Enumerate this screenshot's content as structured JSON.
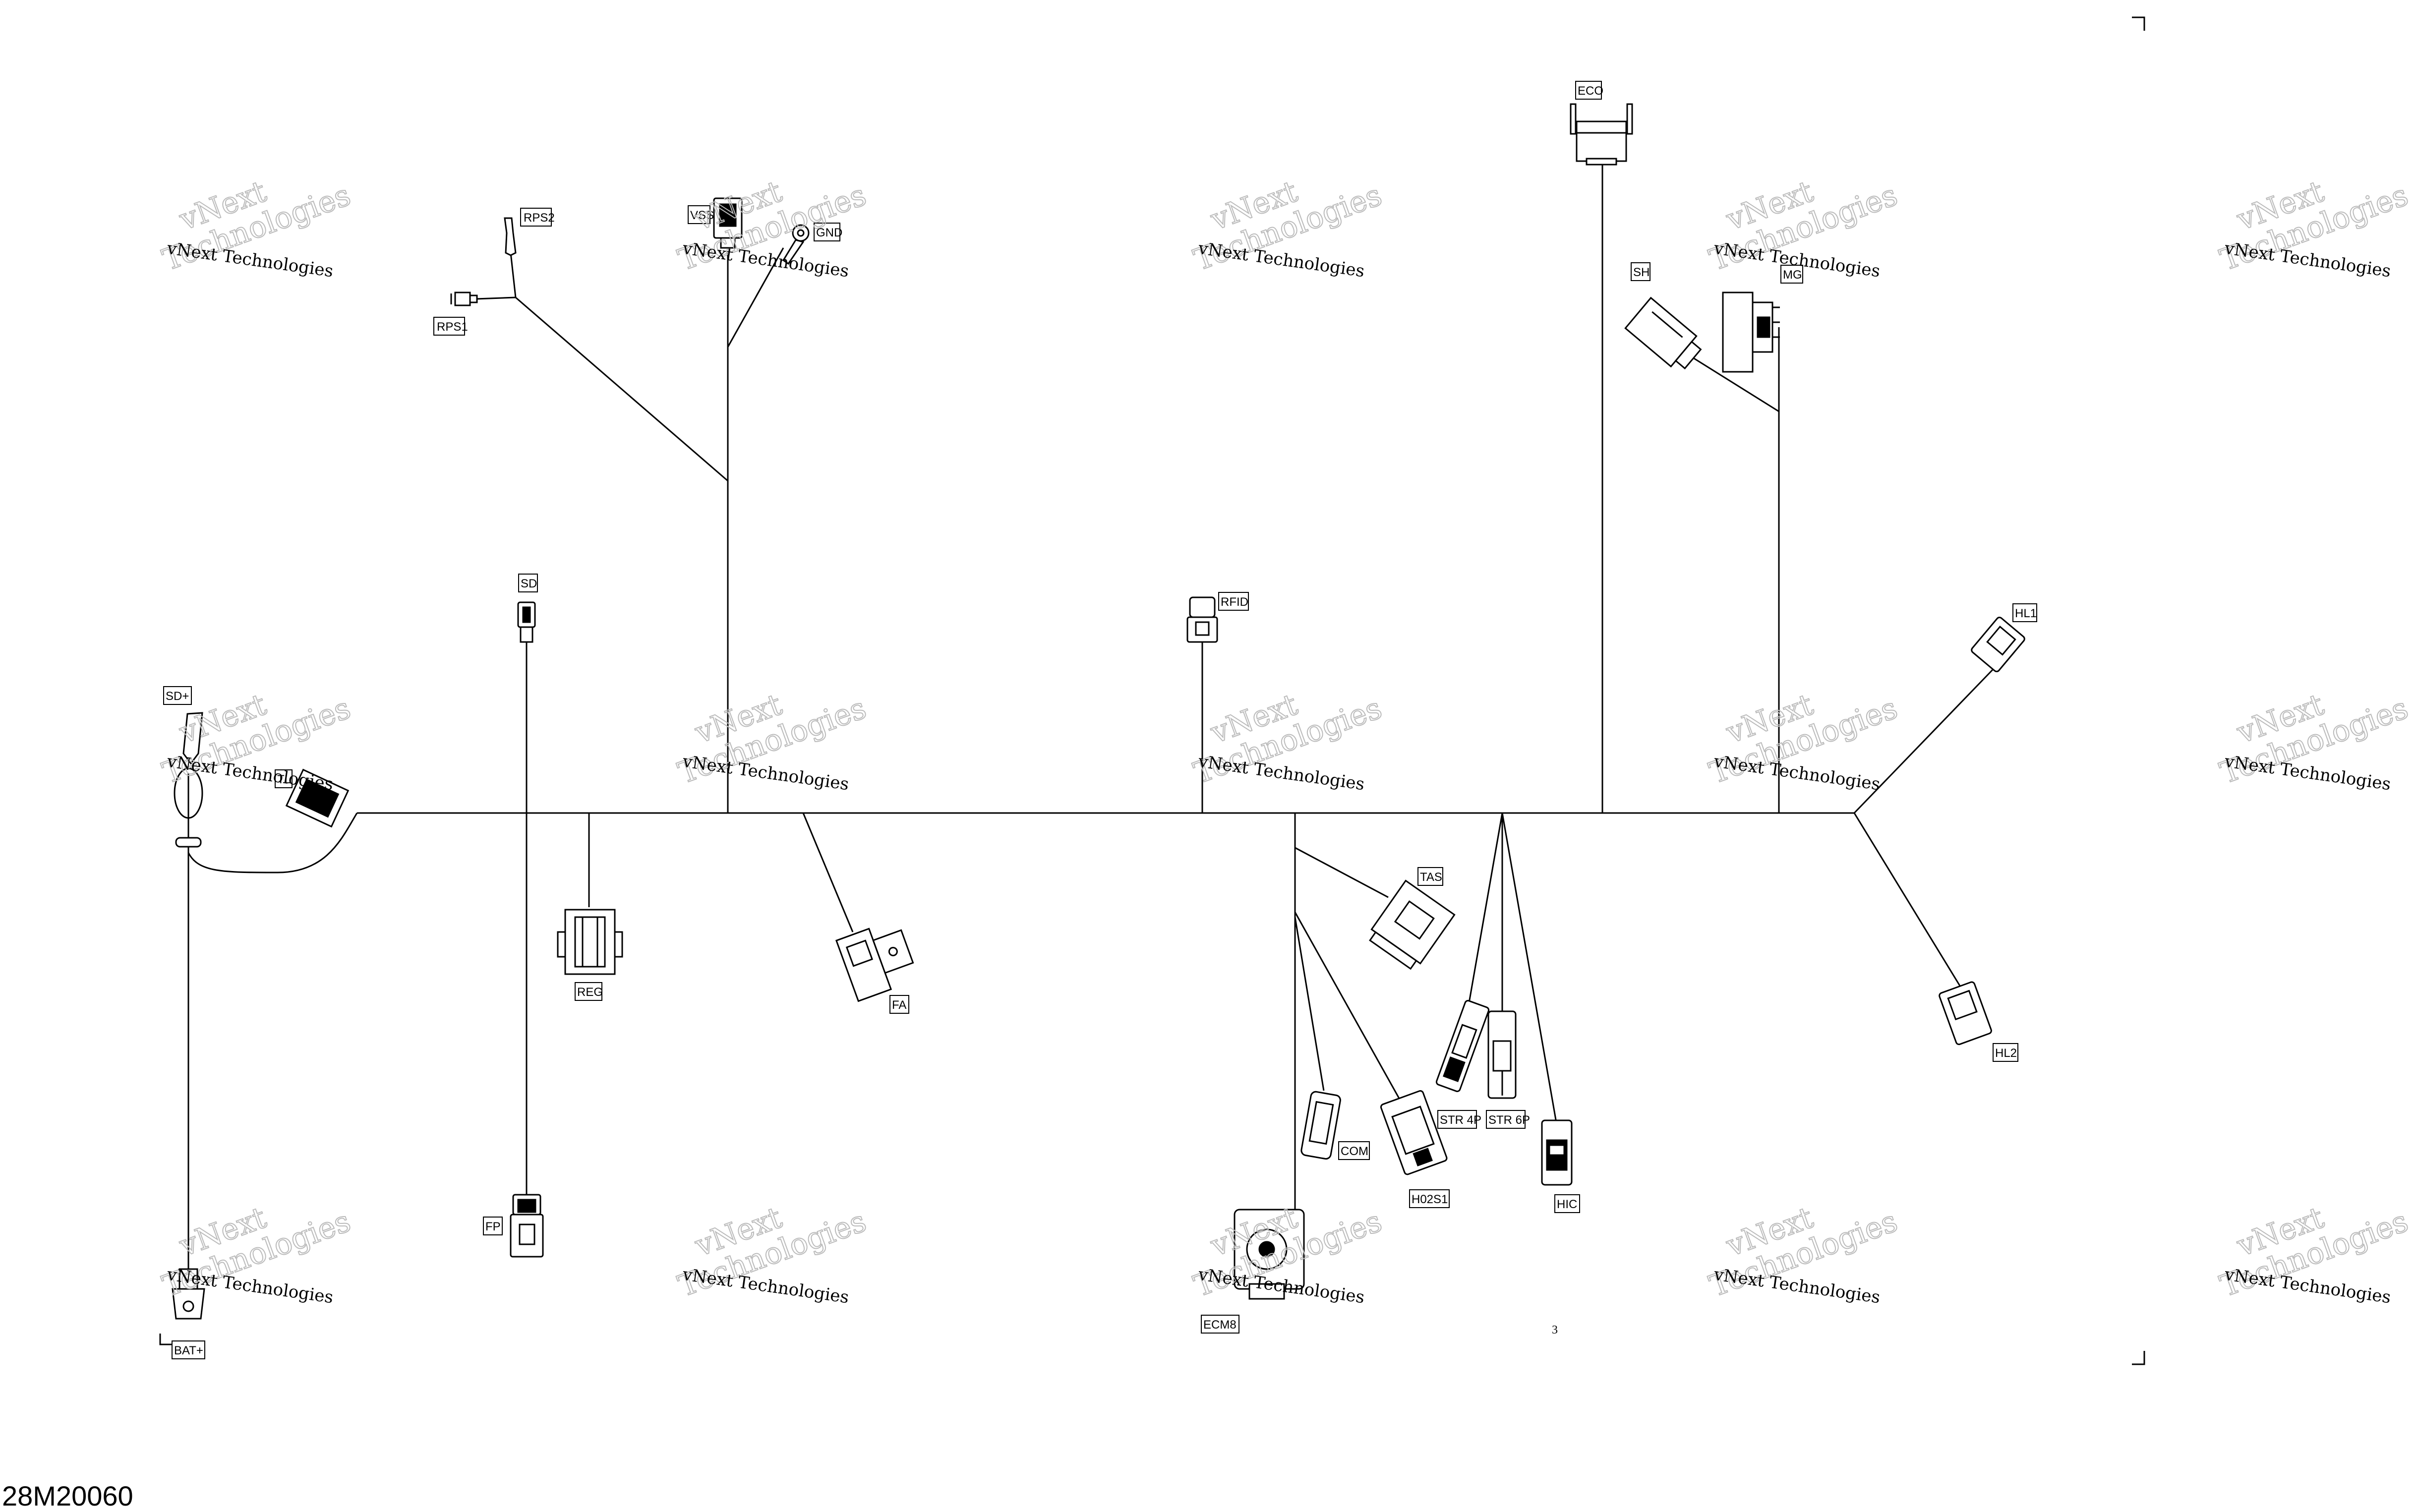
{
  "labels": {
    "rps2": "RPS2",
    "rps1": "RPS1",
    "vss": "VSS",
    "gnd": "GND",
    "eco": "ECO",
    "sh": "SH",
    "mg": "MG",
    "sd": "SD",
    "rfid": "RFID",
    "hl1": "HL1",
    "sdplus": "SD+",
    "tl": "TL",
    "reg": "REG",
    "fa": "FA",
    "tas": "TAS",
    "str4p": "STR 4P",
    "str6p": "STR 6P",
    "com": "COM",
    "h02s1": "H02S1",
    "hic": "HIC",
    "hl2": "HL2",
    "fp": "FP",
    "ecm8": "ECM8",
    "batplus": "BAT+"
  },
  "watermark": {
    "line1": "vNext Technologies",
    "line2": "vNext",
    "line3": "Technologies"
  },
  "page_number": "3",
  "footer_code": "28M20060"
}
